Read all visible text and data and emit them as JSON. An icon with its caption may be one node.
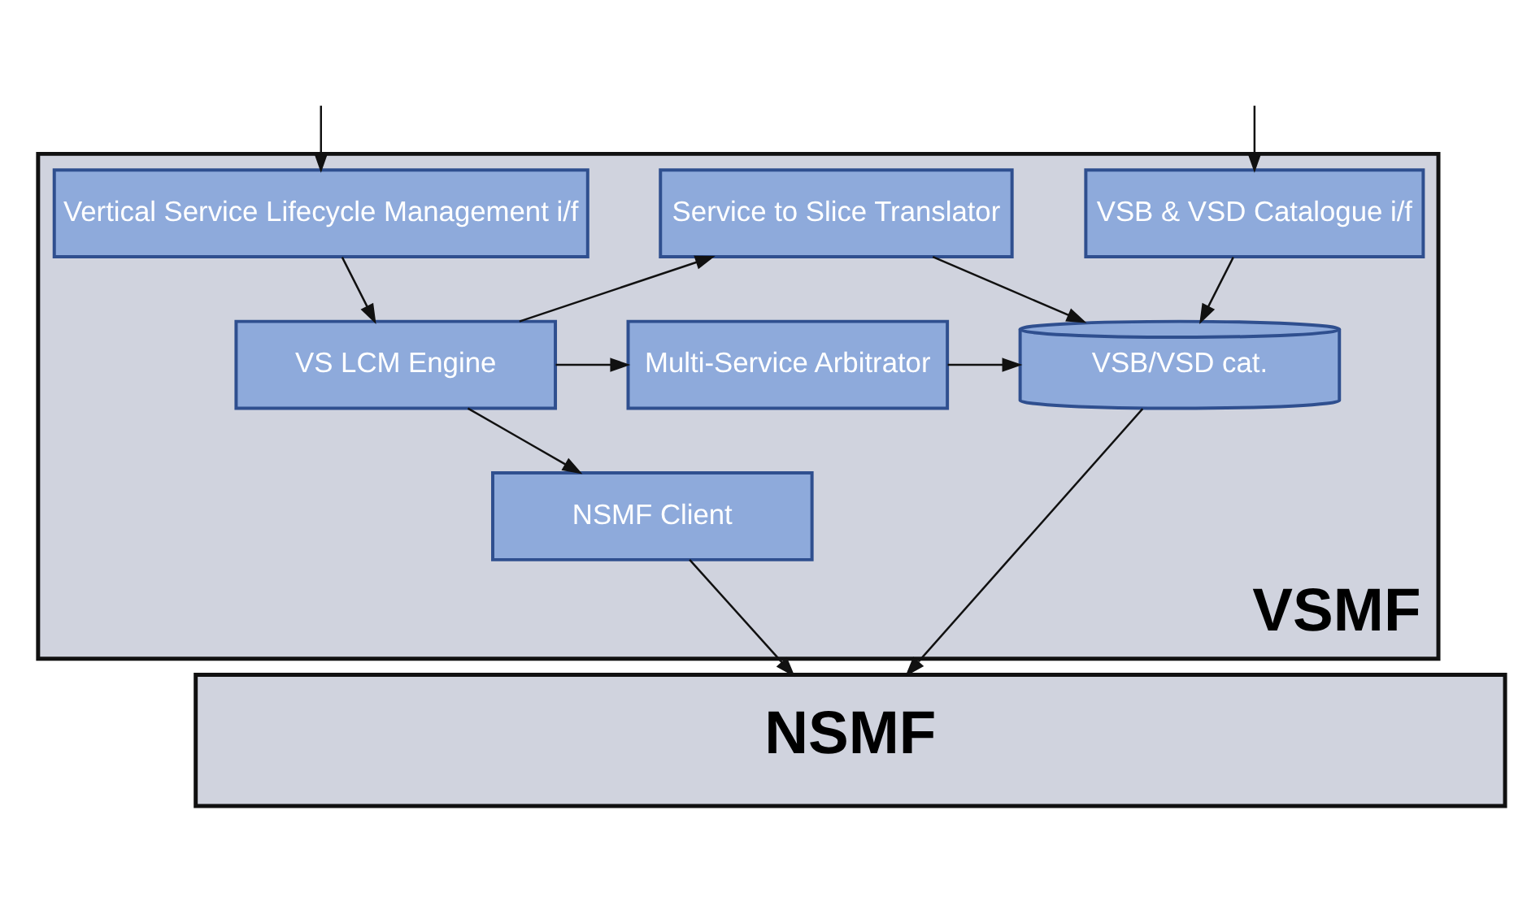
{
  "diagram": {
    "nodes": [
      {
        "text": [
          "VSMF"
        ]
      },
      {
        "text": [
          "Vertical Service Lifecycle Management i/f"
        ],
        "in": 0
      },
      {
        "text": [
          "Service to Slice Translator"
        ],
        "in": 0
      },
      {
        "text": [
          "VSB & VSD Catalogue i/f"
        ],
        "in": 0
      },
      {
        "text": [
          "VS LCM Engine"
        ],
        "in": 0
      },
      {
        "text": [
          "Multi-Service Arbitrator"
        ],
        "in": 0
      },
      {
        "text": [
          "VSB/VSD cat."
        ],
        "in": 0
      },
      {
        "text": [
          "NSMF Client"
        ],
        "in": 0
      },
      {
        "text": [
          "NSMF"
        ]
      }
    ],
    "edges": [
      {
        "from": null,
        "to": 1,
        "arrow": "to"
      },
      {
        "from": null,
        "to": 3,
        "arrow": "to"
      },
      {
        "from": 1,
        "to": 4,
        "arrow": "to"
      },
      {
        "from": 4,
        "to": 2,
        "arrow": "to"
      },
      {
        "from": 4,
        "to": 5,
        "arrow": "to"
      },
      {
        "from": 4,
        "to": 7,
        "arrow": "to"
      },
      {
        "from": 2,
        "to": 6,
        "arrow": "to"
      },
      {
        "from": 5,
        "to": 6,
        "arrow": "to"
      },
      {
        "from": 3,
        "to": 6,
        "arrow": "to"
      },
      {
        "from": 7,
        "to": 8,
        "arrow": "to"
      },
      {
        "from": 6,
        "to": 8,
        "arrow": "to"
      }
    ]
  }
}
